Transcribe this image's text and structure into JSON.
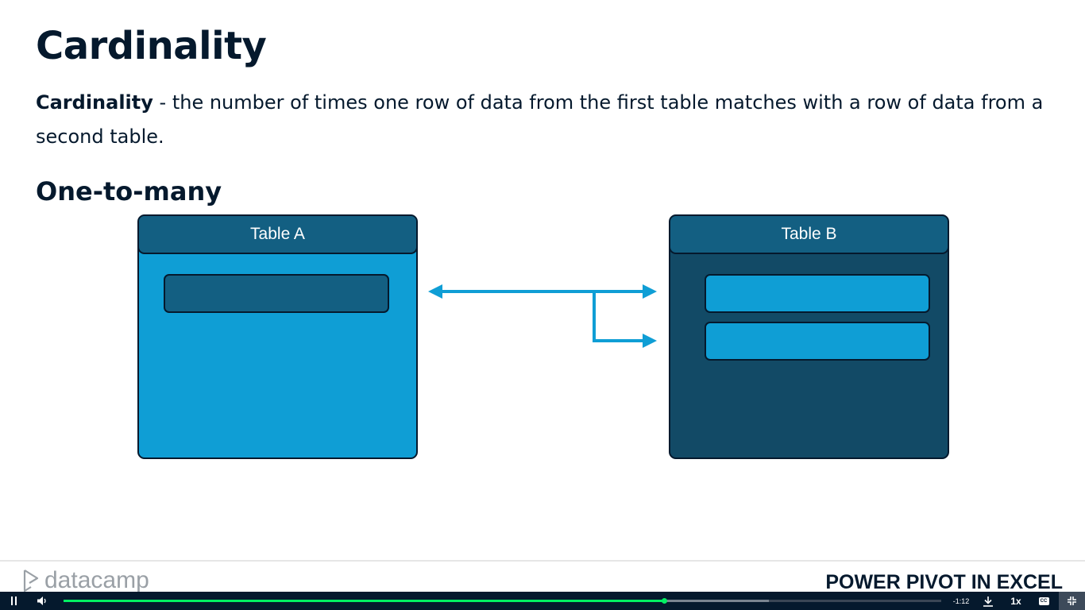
{
  "slide": {
    "title": "Cardinality",
    "definition_term": "Cardinality",
    "definition_text": " - the number of times one row of data from the first table matches with a row of data from a second table.",
    "subtitle": "One-to-many"
  },
  "diagram": {
    "table_a": {
      "label": "Table A",
      "rows": 1
    },
    "table_b": {
      "label": "Table B",
      "rows": 2
    },
    "colors": {
      "dark_navy": "#05192d",
      "header_blue": "#135f82",
      "bright_blue": "#0f9ed5",
      "deep_blue": "#124a66",
      "arrow": "#0f9ed5"
    }
  },
  "footer": {
    "logo_text": "datacamp",
    "course_title": "POWER PIVOT IN EXCEL"
  },
  "player": {
    "play_icon": "pause-icon",
    "volume_icon": "volume-icon",
    "progress": 0.684,
    "buffered": 0.804,
    "time_remaining": "-1:12",
    "download_icon": "download-icon",
    "speed": "1x",
    "captions_label": "CC",
    "fullscreen_icon": "exit-fullscreen-icon",
    "colors": {
      "bar_bg": "#05192d",
      "progress": "#03ef62"
    }
  }
}
